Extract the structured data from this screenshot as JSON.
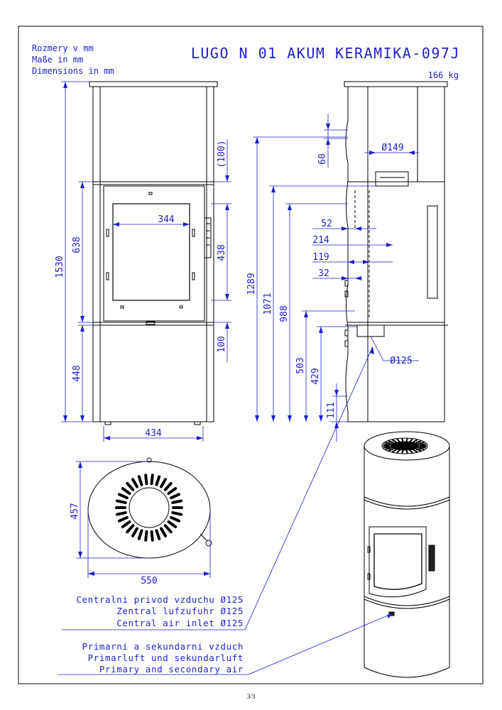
{
  "header": {
    "units": [
      "Rozmery v mm",
      "Maße in mm",
      "Dimensions in mm"
    ],
    "title": "LUGO N 01 AKUM KERAMIKA-097J",
    "weight": "166 kg"
  },
  "front_view": {
    "dims": {
      "total_height": "1530",
      "door_section_height": "638",
      "base_height": "448",
      "window_width": "344",
      "window_height": "438",
      "top_gap": "(100)",
      "bottom_gap": "100",
      "width": "434"
    }
  },
  "side_view": {
    "dims": {
      "flue_diameter": "Ø149",
      "flue_offset": "60",
      "h_1289": "1289",
      "h_1071": "1071",
      "h_988": "988",
      "h_503": "503",
      "h_429": "429",
      "h_111": "111",
      "d_52": "52",
      "d_214": "214",
      "d_119": "119",
      "d_32": "32",
      "air_inlet_diameter": "Ø125"
    }
  },
  "top_view": {
    "dims": {
      "depth": "457",
      "width": "550"
    }
  },
  "legend": {
    "central_air": [
      "Centralni privod vzduchu Ø125",
      "Zentral lufzufuhr Ø125",
      "Central air inlet Ø125"
    ],
    "primary_air": [
      "Primarni a sekundarni vzduch",
      "Primarluft und sekundarluft",
      "Primary and secondary air"
    ]
  },
  "footer": {
    "page": "3/3"
  },
  "colors": {
    "dimension": "#1f1fc8",
    "outline": "#000000"
  }
}
